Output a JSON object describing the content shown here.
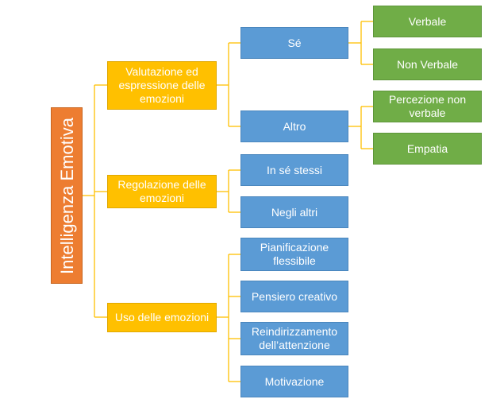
{
  "root": {
    "label": "Intelligenza Emotiva"
  },
  "branches": [
    {
      "label": "Valutazione ed espressione delle emozioni",
      "children": [
        {
          "label": "Sé",
          "children": [
            "Verbale",
            "Non Verbale"
          ]
        },
        {
          "label": "Altro",
          "children": [
            "Percezione non verbale",
            "Empatia"
          ]
        }
      ]
    },
    {
      "label": "Regolazione delle emozioni",
      "children": [
        {
          "label": "In sé stessi"
        },
        {
          "label": "Negli altri"
        }
      ]
    },
    {
      "label": "Uso delle emozioni",
      "children": [
        {
          "label": "Pianificazione flessibile"
        },
        {
          "label": "Pensiero creativo"
        },
        {
          "label": "Reindirizzamento dell’attenzione"
        },
        {
          "label": "Motivazione"
        }
      ]
    }
  ],
  "colors": {
    "root": "#ed7d31",
    "level1": "#ffc000",
    "level2": "#5b9bd5",
    "level3": "#70ad47",
    "connector": "#ffc000"
  }
}
